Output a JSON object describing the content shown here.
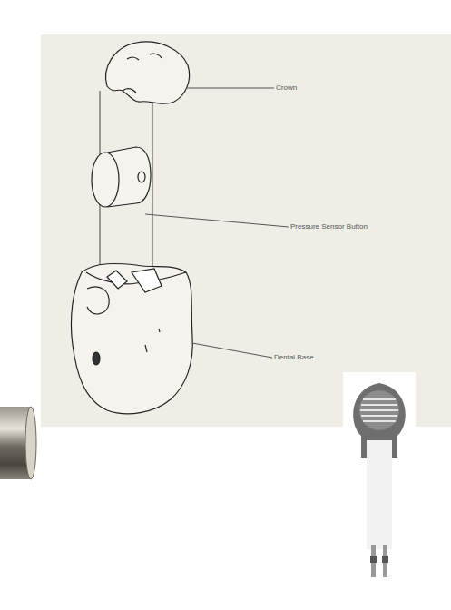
{
  "diagram": {
    "labels": [
      "Crown",
      "Pressure Sensor Button",
      "Dental Base"
    ]
  }
}
